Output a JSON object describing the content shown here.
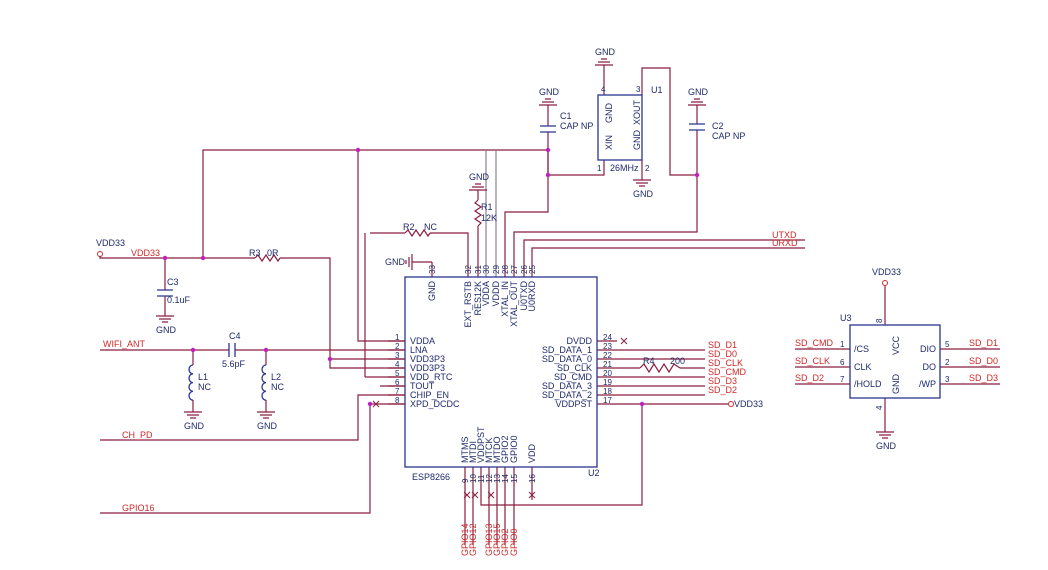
{
  "colors": {
    "wire": "#8b1e3f",
    "component": "#2a3590",
    "net_label": "#d02828",
    "junction": "#c21fc2"
  },
  "gnd_label": "GND",
  "u2": {
    "ref": "U2",
    "name": "ESP8266",
    "left_pins": [
      {
        "num": "1",
        "name": "VDDA"
      },
      {
        "num": "2",
        "name": "LNA"
      },
      {
        "num": "3",
        "name": "VDD3P3"
      },
      {
        "num": "4",
        "name": "VDD3P3"
      },
      {
        "num": "5",
        "name": "VDD_RTC"
      },
      {
        "num": "6",
        "name": "TOUT"
      },
      {
        "num": "7",
        "name": "CHIP_EN"
      },
      {
        "num": "8",
        "name": "XPD_DCDC"
      }
    ],
    "right_pins": [
      {
        "num": "24",
        "name": "DVDD"
      },
      {
        "num": "23",
        "name": "SD_DATA_1"
      },
      {
        "num": "22",
        "name": "SD_DATA_0"
      },
      {
        "num": "21",
        "name": "SD_CLK"
      },
      {
        "num": "20",
        "name": "SD_CMD"
      },
      {
        "num": "19",
        "name": "SD_DATA_3"
      },
      {
        "num": "18",
        "name": "SD_DATA_2"
      },
      {
        "num": "17",
        "name": "VDDPST"
      }
    ],
    "top_pins": [
      {
        "num": "33",
        "name": "GND"
      },
      {
        "num": "32",
        "name": "EXT_RSTB"
      },
      {
        "num": "31",
        "name": "RES12K"
      },
      {
        "num": "30",
        "name": "VDDA"
      },
      {
        "num": "29",
        "name": "VDDD"
      },
      {
        "num": "28",
        "name": "XTAL_IN"
      },
      {
        "num": "27",
        "name": "XTAL_OUT"
      },
      {
        "num": "26",
        "name": "U0TXD"
      },
      {
        "num": "25",
        "name": "U0RXD"
      }
    ],
    "bottom_pins": [
      {
        "num": "9",
        "name": "MTMS",
        "net": "GPIO14"
      },
      {
        "num": "10",
        "name": "MTDI",
        "net": "GPIO12"
      },
      {
        "num": "11",
        "name": "VDDPST",
        "net": ""
      },
      {
        "num": "12",
        "name": "MTCK",
        "net": "GPIO13"
      },
      {
        "num": "13",
        "name": "MTDO",
        "net": "GPIO15"
      },
      {
        "num": "14",
        "name": "GPIO2",
        "net": "GPIO2"
      },
      {
        "num": "15",
        "name": "GPIO0",
        "net": "GPIO0"
      },
      {
        "num": "16",
        "name": "VDD",
        "net": ""
      }
    ],
    "right_nets": [
      "SD_D1",
      "SD_D0",
      "SD_CLK",
      "SD_CMD",
      "SD_D3",
      "SD_D2"
    ],
    "vddpst_port": "VDD33"
  },
  "u1": {
    "ref": "U1",
    "freq": "26MHz",
    "pins": [
      {
        "num": "1",
        "name": "XIN"
      },
      {
        "num": "2",
        "name": "GND"
      },
      {
        "num": "3",
        "name": "XOUT"
      },
      {
        "num": "4",
        "name": "GND"
      }
    ]
  },
  "u3": {
    "ref": "U3",
    "vcc": "VCC",
    "gnd": "GND",
    "vcc_pin": "8",
    "gnd_pin": "4",
    "power_port": "VDD33",
    "left_pins": [
      {
        "num": "1",
        "name": "/CS",
        "net": "SD_CMD"
      },
      {
        "num": "6",
        "name": "CLK",
        "net": "SD_CLK"
      },
      {
        "num": "7",
        "name": "/HOLD",
        "net": "SD_D2"
      }
    ],
    "right_pins": [
      {
        "num": "5",
        "name": "DIO",
        "net": "SD_D1"
      },
      {
        "num": "2",
        "name": "DO",
        "net": "SD_D0"
      },
      {
        "num": "3",
        "name": "/WP",
        "net": "SD_D3"
      }
    ]
  },
  "components": {
    "c1": {
      "ref": "C1",
      "value": "CAP NP"
    },
    "c2": {
      "ref": "C2",
      "value": "CAP NP"
    },
    "c3": {
      "ref": "C3",
      "value": "0.1uF"
    },
    "c4": {
      "ref": "C4",
      "value": "5.6pF"
    },
    "r1": {
      "ref": "R1",
      "value": "12K"
    },
    "r2": {
      "ref": "R2",
      "value": "NC"
    },
    "r3": {
      "ref": "R3",
      "value": "0R"
    },
    "r4": {
      "ref": "R4",
      "value": "200"
    },
    "l1": {
      "ref": "L1",
      "value": "NC"
    },
    "l2": {
      "ref": "L2",
      "value": "NC"
    }
  },
  "nets": {
    "vdd33_port": "VDD33",
    "vdd33_net": "VDD33",
    "wifi_ant": "WIFI_ANT",
    "ch_pd": "CH_PD",
    "gpio16": "GPIO16",
    "utxd": "UTXD",
    "urxd": "URXD"
  }
}
